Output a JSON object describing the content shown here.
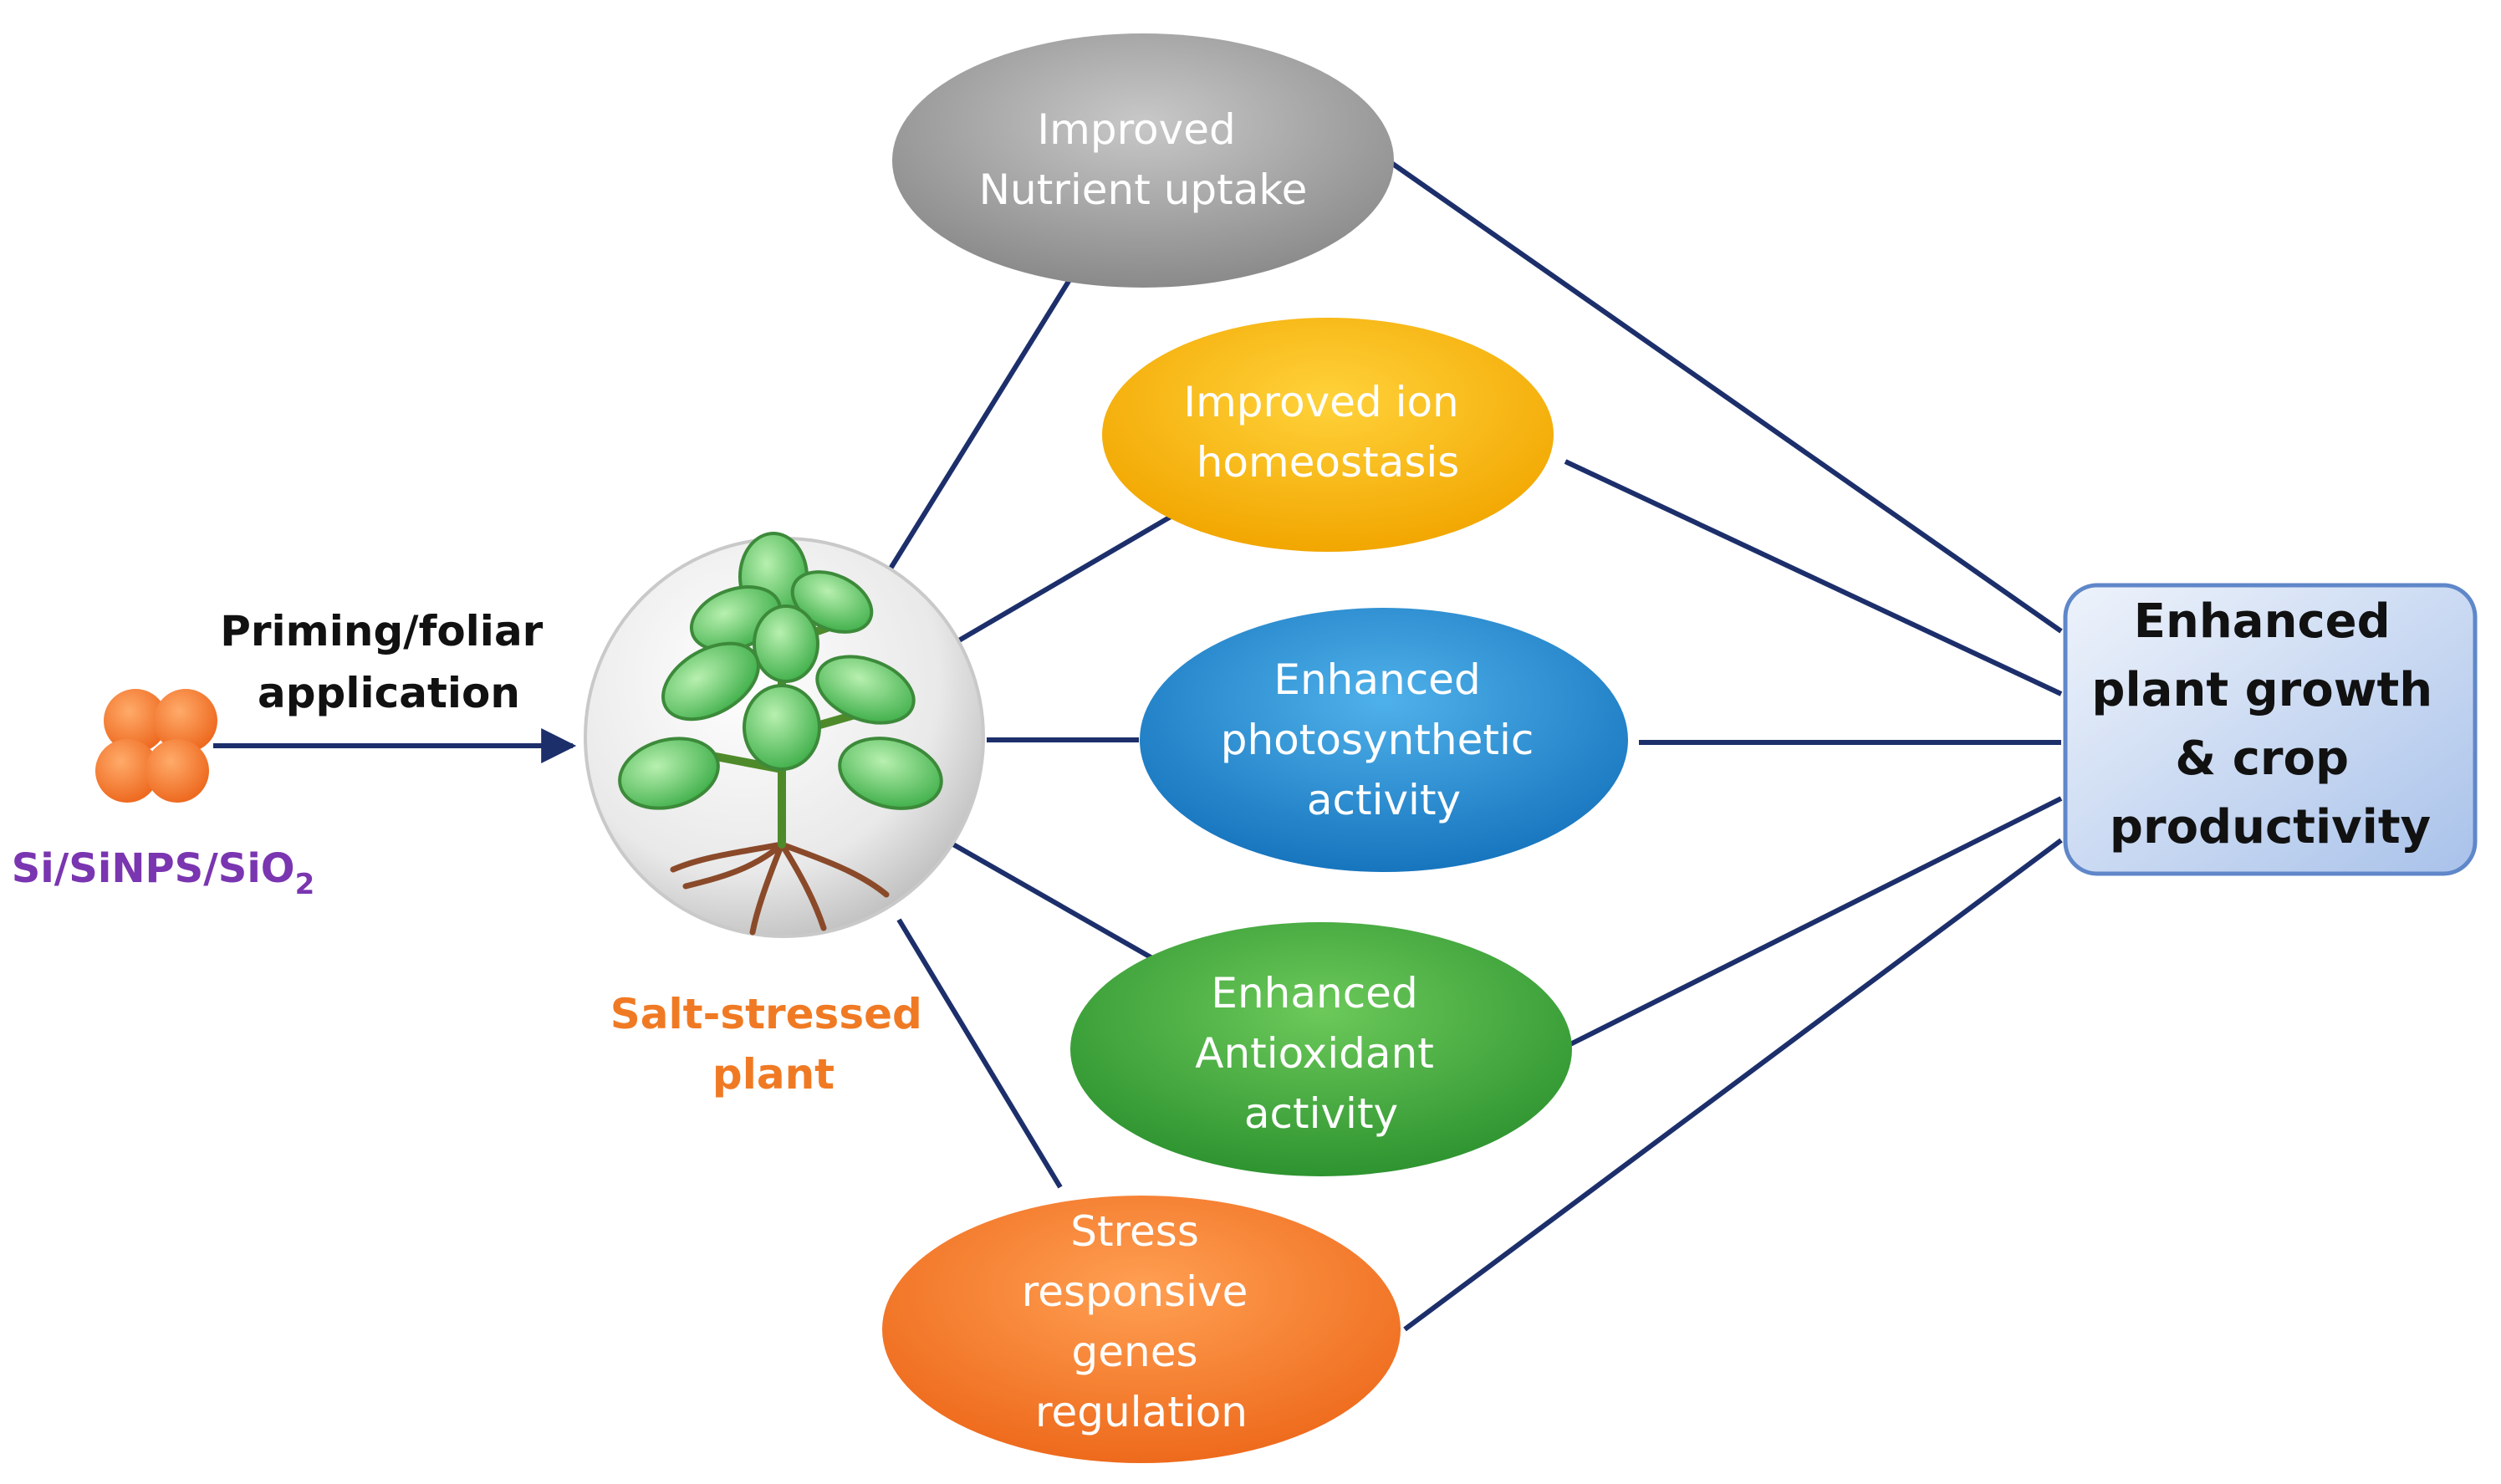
{
  "source": {
    "label_main": "Si/SiNPS/SiO",
    "label_sub": "2",
    "color": "#7a35b0",
    "particle_color": "#f47b2a"
  },
  "application": {
    "line1": "Priming/foliar",
    "line2": "application"
  },
  "plant": {
    "line1": "Salt-stressed",
    "line2": "plant",
    "color": "#f07a24"
  },
  "effects": [
    {
      "id": "nutrient",
      "lines": [
        "Improved",
        "Nutrient uptake"
      ],
      "color": "#9a9a9a"
    },
    {
      "id": "ion",
      "lines": [
        "Improved ion",
        "homeostasis"
      ],
      "color": "#f7b500"
    },
    {
      "id": "photo",
      "lines": [
        "Enhanced",
        "photosynthetic",
        "activity"
      ],
      "color": "#1f86cf"
    },
    {
      "id": "antiox",
      "lines": [
        "Enhanced",
        "Antioxidant",
        "activity"
      ],
      "color": "#3aa534"
    },
    {
      "id": "stress",
      "lines": [
        "Stress",
        "responsive",
        "genes",
        "regulation"
      ],
      "color": "#f47a2c"
    }
  ],
  "outcome": {
    "lines": [
      "Enhanced",
      "plant growth",
      "& crop",
      "productivity"
    ]
  },
  "line_color": "#1c2f6b"
}
